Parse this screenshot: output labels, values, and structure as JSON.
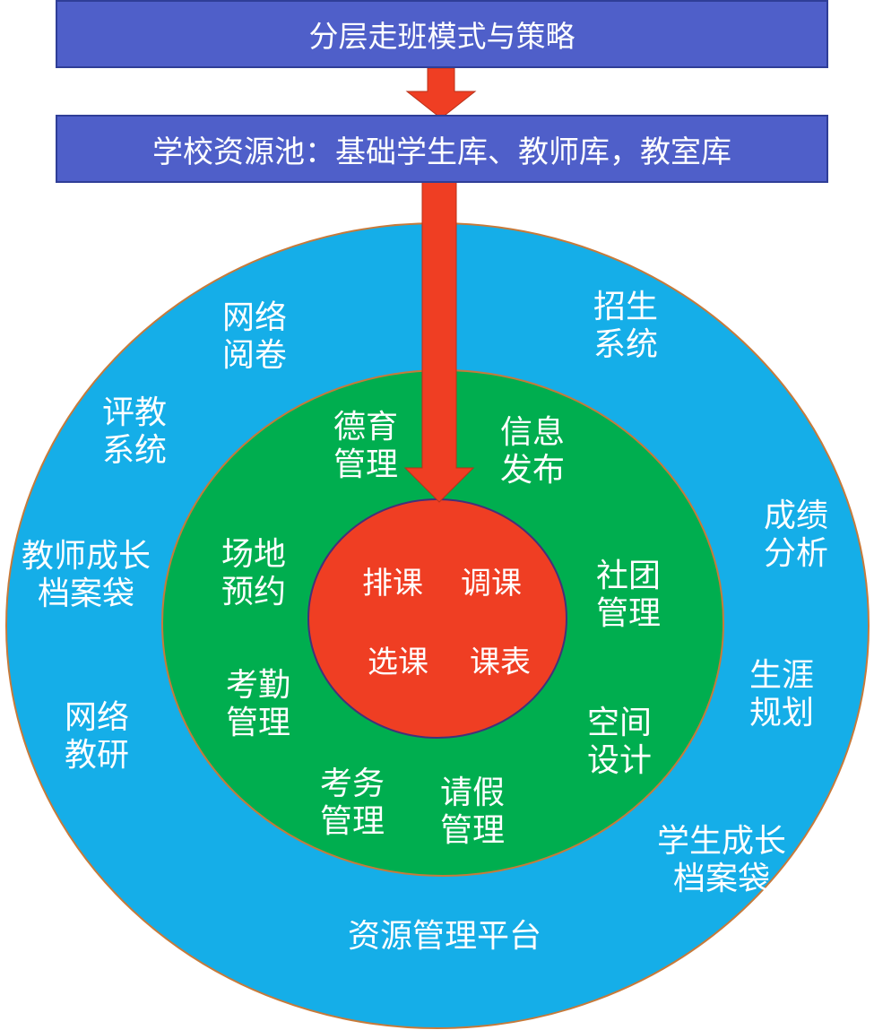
{
  "title": "分层走班模式与策略",
  "resource_pool": "学校资源池：基础学生库、教师库，教室库",
  "colors": {
    "banner": "#4f5fc9",
    "outer_ring": "#15aee8",
    "middle_ring": "#00ae4f",
    "core": "#ef3e23",
    "arrow": "#ef3e23"
  },
  "outer_ring": {
    "footer": "资源管理平台",
    "items": {
      "online_marking": "网络\n阅卷",
      "enrollment": "招生\n系统",
      "teaching_eval": "评教\n系统",
      "grade_analysis": "成绩\n分析",
      "teacher_portfolio": "教师成长\n档案袋",
      "career_planning": "生涯\n规划",
      "online_research": "网络\n教研",
      "student_portfolio": "学生成长\n档案袋"
    }
  },
  "middle_ring": {
    "items": {
      "moral_education": "德育\n管理",
      "info_publish": "信息\n发布",
      "venue_booking": "场地\n预约",
      "club_management": "社团\n管理",
      "attendance": "考勤\n管理",
      "space_design": "空间\n设计",
      "exam_affairs": "考务\n管理",
      "leave_management": "请假\n管理"
    }
  },
  "core": {
    "scheduling": "排课",
    "course_adjust": "调课",
    "course_selection": "选课",
    "timetable": "课表"
  }
}
